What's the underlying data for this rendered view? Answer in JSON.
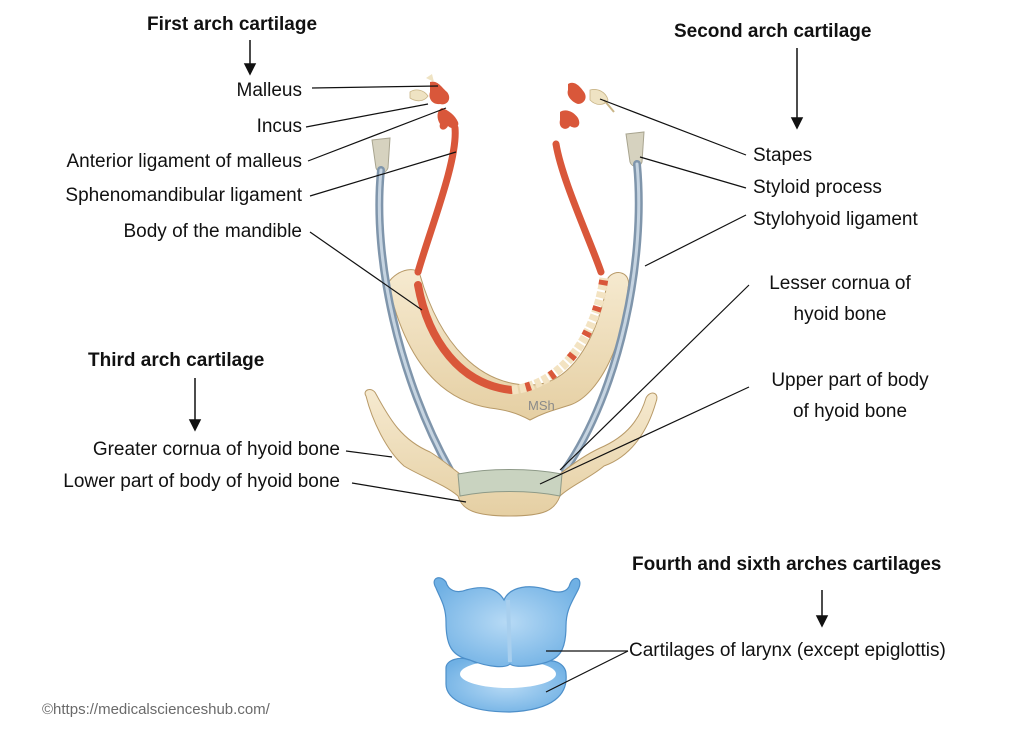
{
  "headings": {
    "first_arch": "First arch cartilage",
    "second_arch": "Second arch cartilage",
    "third_arch": "Third arch cartilage",
    "fourth_sixth_arch": "Fourth and sixth arches cartilages"
  },
  "first_arch_labels": [
    "Malleus",
    "Incus",
    "Anterior ligament of malleus",
    "Sphenomandibular ligament",
    "Body of the mandible"
  ],
  "second_arch_labels": [
    "Stapes",
    "Styloid process",
    "Stylohyoid ligament"
  ],
  "hyoid_labels": {
    "lesser_cornua_line1": "Lesser cornua of",
    "lesser_cornua_line2": "hyoid bone",
    "upper_body_line1": "Upper part of body",
    "upper_body_line2": "of hyoid bone"
  },
  "third_arch_labels": [
    "Greater cornua of hyoid bone",
    "Lower part of body of hyoid bone"
  ],
  "larynx_label": "Cartilages of larynx (except epiglottis)",
  "artist_signature": "MSh",
  "credit": "©https://medicalscienceshub.com/",
  "colors": {
    "meckel_cartilage": "#d9573a",
    "bone": "#efe0bd",
    "reichert_ligament": "#9fb4c8",
    "styloid": "#d6d2bf",
    "hyoid_body_upper": "#c9d3c0",
    "larynx": "#8ec3ec"
  }
}
